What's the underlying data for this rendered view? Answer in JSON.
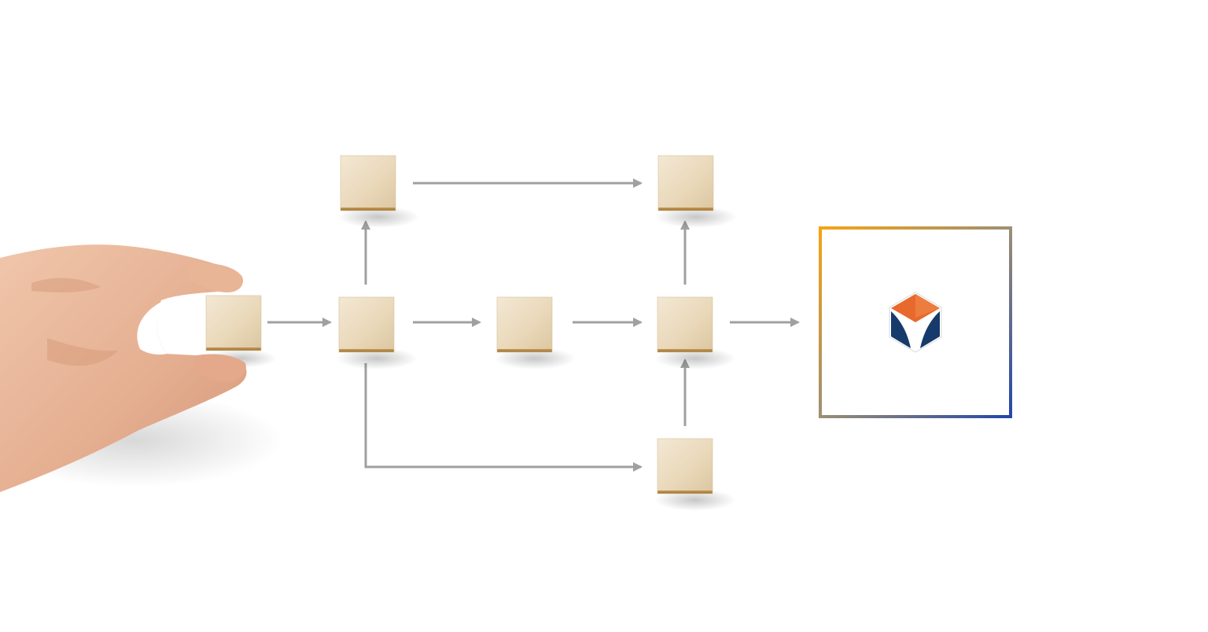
{
  "diagram": {
    "nodes": [
      {
        "id": "hand_block",
        "kind": "wood-block",
        "held": true
      },
      {
        "id": "split",
        "kind": "wood-block"
      },
      {
        "id": "upper_left",
        "kind": "wood-block"
      },
      {
        "id": "middle",
        "kind": "wood-block"
      },
      {
        "id": "upper_right",
        "kind": "wood-block"
      },
      {
        "id": "merge",
        "kind": "wood-block"
      },
      {
        "id": "lower_right",
        "kind": "wood-block"
      },
      {
        "id": "result",
        "kind": "logo-frame",
        "icon": "hexagon-v-logo-icon"
      }
    ],
    "edges": [
      {
        "from": "hand_block",
        "to": "split"
      },
      {
        "from": "split",
        "to": "upper_left"
      },
      {
        "from": "split",
        "to": "middle"
      },
      {
        "from": "split",
        "to": "lower_right"
      },
      {
        "from": "upper_left",
        "to": "upper_right"
      },
      {
        "from": "middle",
        "to": "merge"
      },
      {
        "from": "upper_right",
        "to": "merge"
      },
      {
        "from": "lower_right",
        "to": "merge"
      },
      {
        "from": "merge",
        "to": "result"
      }
    ]
  },
  "colors": {
    "arrow": "#a0a0a0",
    "wood_light": "#ede0c8",
    "wood_dark": "#d8c49f",
    "wood_edge": "#b98f4d",
    "frame_orange": "#f3a21b",
    "frame_blue": "#2a4da0",
    "logo_orange": "#e8692c",
    "logo_navy": "#163a6b",
    "skin": "#e7b79a",
    "skin_shadow": "#cf9477"
  }
}
